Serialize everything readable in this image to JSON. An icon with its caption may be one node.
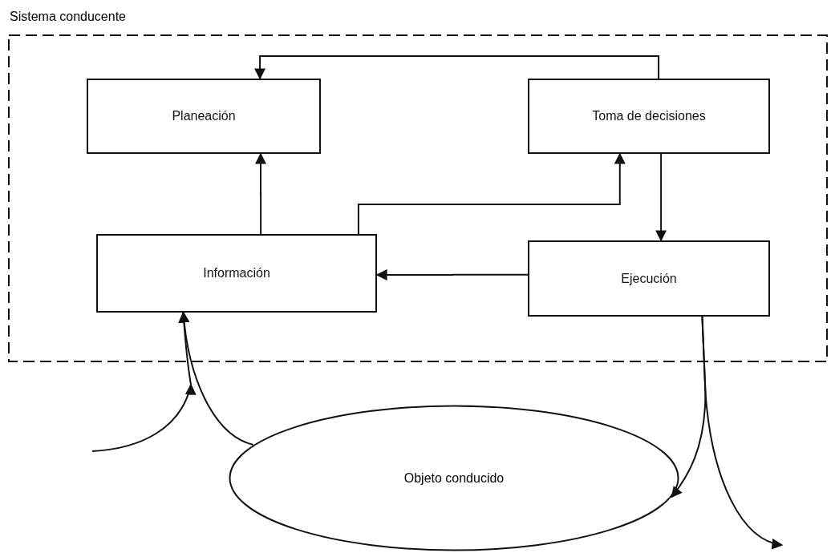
{
  "diagram": {
    "nodes": [
      {
        "text": [
          "Sistema conducente"
        ]
      },
      {
        "text": [
          "Planeación"
        ],
        "in": 0
      },
      {
        "text": [
          "Toma de decisiones"
        ],
        "in": 0
      },
      {
        "text": [
          "Información"
        ],
        "in": 0
      },
      {
        "text": [
          "Ejecución"
        ],
        "in": 0
      },
      {
        "text": [
          "Objeto conducido"
        ]
      }
    ],
    "edges": [
      {
        "from": 2,
        "to": 1,
        "arrow": "to"
      },
      {
        "from": 3,
        "to": 1,
        "arrow": "to"
      },
      {
        "from": 3,
        "to": 2,
        "arrow": "to"
      },
      {
        "from": 2,
        "to": 4,
        "arrow": "to"
      },
      {
        "from": 4,
        "to": 3,
        "arrow": "to"
      },
      {
        "from": 5,
        "to": 3,
        "arrow": "to"
      },
      {
        "from": null,
        "to": 3,
        "arrow": "to"
      },
      {
        "from": 4,
        "to": 5,
        "arrow": "to"
      },
      {
        "from": 4,
        "to": null,
        "arrow": "to"
      }
    ]
  }
}
